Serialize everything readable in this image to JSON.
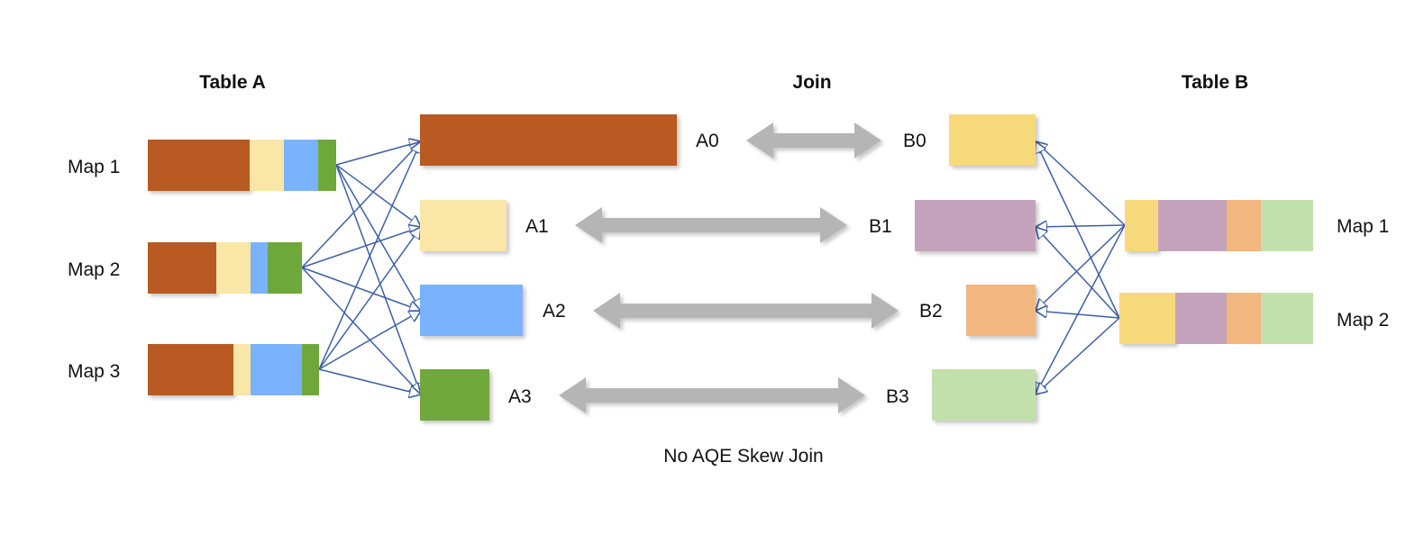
{
  "headers": {
    "table_a": "Table A",
    "join": "Join",
    "table_b": "Table B"
  },
  "caption": "No AQE Skew Join",
  "colors": {
    "brown": "#b85a22",
    "cream": "#fae6a6",
    "blue": "#7ab3fb",
    "green": "#6fa83a",
    "yellow": "#f6d97a",
    "purple": "#c6a3bc",
    "orange": "#f2b67f",
    "lightgreen": "#c2e0ab",
    "arrow_line": "#3d5fa5",
    "join_arrow": "#b5b5b5"
  },
  "table_a": {
    "maps": [
      {
        "label": "Map 1",
        "segments": [
          "brown",
          "cream",
          "blue",
          "green"
        ]
      },
      {
        "label": "Map 2",
        "segments": [
          "brown",
          "cream",
          "blue",
          "green"
        ]
      },
      {
        "label": "Map 3",
        "segments": [
          "brown",
          "cream",
          "blue",
          "green"
        ]
      }
    ],
    "partitions": [
      {
        "label": "A0",
        "color": "brown"
      },
      {
        "label": "A1",
        "color": "cream"
      },
      {
        "label": "A2",
        "color": "blue"
      },
      {
        "label": "A3",
        "color": "green"
      }
    ]
  },
  "table_b": {
    "maps": [
      {
        "label": "Map 1",
        "segments": [
          "yellow",
          "purple",
          "orange",
          "lightgreen"
        ]
      },
      {
        "label": "Map 2",
        "segments": [
          "yellow",
          "purple",
          "orange",
          "lightgreen"
        ]
      }
    ],
    "partitions": [
      {
        "label": "B0",
        "color": "yellow"
      },
      {
        "label": "B1",
        "color": "purple"
      },
      {
        "label": "B2",
        "color": "orange"
      },
      {
        "label": "B3",
        "color": "lightgreen"
      }
    ]
  }
}
